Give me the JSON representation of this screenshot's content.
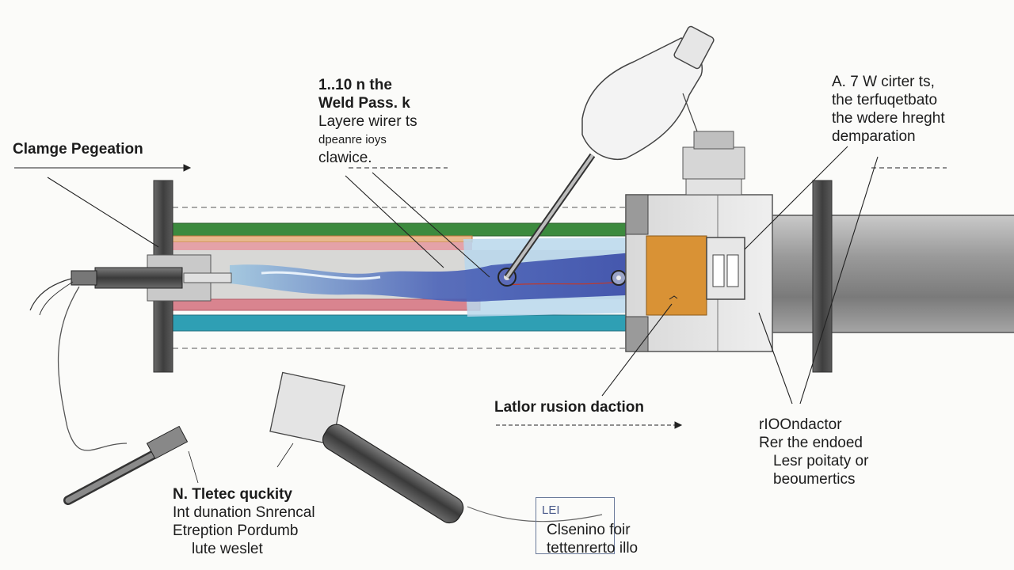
{
  "labels": {
    "weld_pass": {
      "lines": [
        "1..10 n the",
        "Weld Pass. k",
        "Layere wirer ts",
        "dpeanre ioys",
        "clawice."
      ]
    },
    "clamp": {
      "title": "Clamge Pegeation"
    },
    "top_right": {
      "lines": [
        "A. 7 W cirter ts,",
        "the terfuqetbato",
        "the wdere hreght",
        "demparation"
      ]
    },
    "fusion": {
      "title": "Latlor rusion daction"
    },
    "conductor": {
      "lines": [
        "rIOOndactor",
        "Rer the endoed",
        "Lesr poitaty or",
        "beoumertics"
      ]
    },
    "bottom_left": {
      "lines": [
        "N. Tletec quckity",
        "Int dunation Snrencal",
        "Etreption Pordumb",
        "lute weslet"
      ]
    },
    "bottom_center": {
      "tag": "LEI",
      "lines": [
        "Clsenino foir",
        "tettenrerto illo"
      ]
    }
  },
  "colors": {
    "outer_green": "#3c8a3e",
    "outer_cyan": "#2f9fb4",
    "inner_pink": "#d9848f",
    "inner_orange": "#d4874a",
    "weld_blue": "#3d4fae",
    "weld_light": "#a8cfe8",
    "insert_orange": "#d99235",
    "pipe_grey": "#8a8a8a",
    "flange_dark": "#4a4a4a"
  }
}
